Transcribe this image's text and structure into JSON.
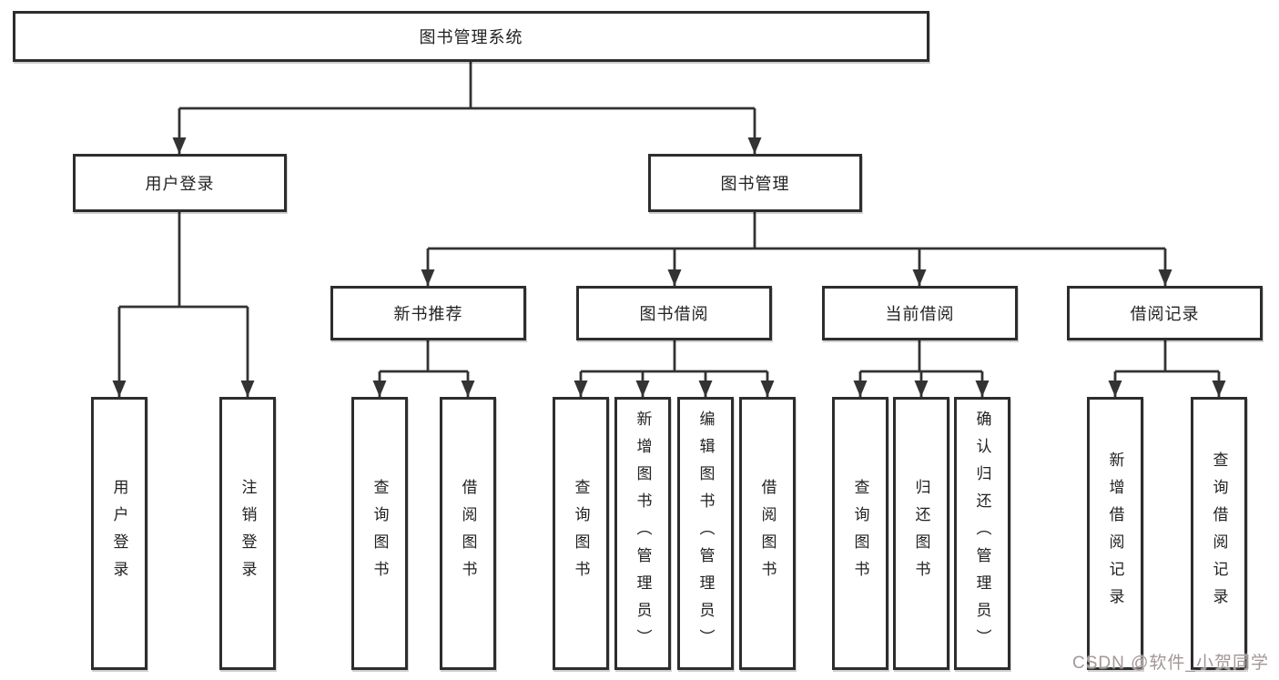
{
  "page": {
    "background": "#ffffff",
    "watermark": {
      "text": "CSDN @软件_小贺同学",
      "color": "#a39797"
    }
  },
  "diagram": {
    "colors": {
      "line": "#333333",
      "box_border": "#2d2d2d",
      "box_fill": "#ffffff",
      "text": "#222222"
    },
    "nodes": {
      "root": {
        "label": "图书管理系统"
      },
      "level2": [
        {
          "label": "用户登录"
        },
        {
          "label": "图书管理"
        }
      ],
      "level3": [
        {
          "label": "新书推荐"
        },
        {
          "label": "图书借阅"
        },
        {
          "label": "当前借阅"
        },
        {
          "label": "借阅记录"
        }
      ],
      "leaves": {
        "user_login": [
          "用户登录",
          "注销登录"
        ],
        "new_books": [
          "查询图书",
          "借阅图书"
        ],
        "book_borrow": [
          "查询图书",
          "新增图书（管理员）",
          "编辑图书（管理员）",
          "借阅图书"
        ],
        "current_borrow": [
          "查询图书",
          "归还图书",
          "确认归还（管理员）"
        ],
        "borrow_records": [
          "新增借阅记录",
          "查询借阅记录"
        ]
      }
    }
  }
}
